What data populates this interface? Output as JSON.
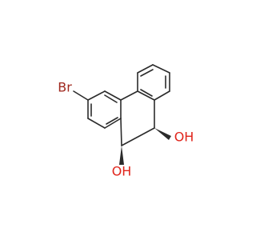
{
  "molecule": {
    "atoms": {
      "bromine": {
        "text": "Br",
        "color": "#a0291f"
      },
      "hydroxyl_upper": {
        "text": "OH",
        "color": "#e0241b"
      },
      "hydroxyl_lower": {
        "text": "OH",
        "color": "#e0241b"
      }
    },
    "bond_color": "#2b2b2b"
  }
}
